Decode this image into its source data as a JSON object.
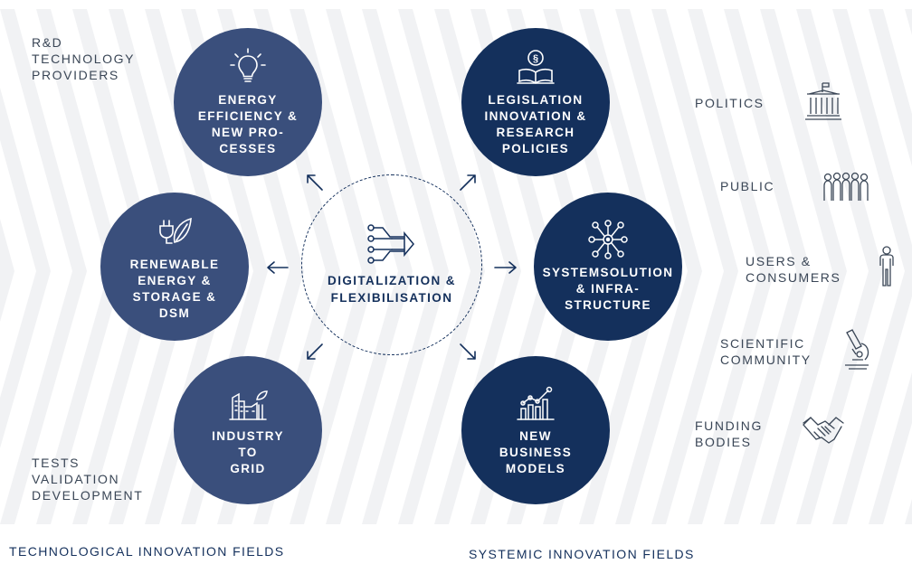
{
  "corner_labels": {
    "top_left": [
      "R&D",
      "TECHNOLOGY",
      "PROVIDERS"
    ],
    "bottom_left": [
      "TESTS",
      "VALIDATION",
      "DEVELOPMENT"
    ]
  },
  "center": {
    "lines": [
      "DIGITALIZATION &",
      "FLEXIBILISATION"
    ],
    "icon": "circuit-arrow-icon"
  },
  "technological_fields": [
    {
      "lines": [
        "ENERGY",
        "EFFICIENCY &",
        "NEW PRO-",
        "CESSES"
      ],
      "icon": "lightbulb-icon"
    },
    {
      "lines": [
        "RENEWABLE",
        "ENERGY &",
        "STORAGE &",
        "DSM"
      ],
      "icon": "plug-leaf-icon"
    },
    {
      "lines": [
        "INDUSTRY",
        "TO",
        "GRID"
      ],
      "icon": "factory-icon"
    }
  ],
  "systemic_fields": [
    {
      "lines": [
        "LEGISLATION",
        "INNOVATION &",
        "RESEARCH",
        "POLICIES"
      ],
      "icon": "law-book-icon"
    },
    {
      "lines": [
        "SYSTEMSOLUTION",
        "& INFRA-",
        "STRUCTURE"
      ],
      "icon": "network-icon"
    },
    {
      "lines": [
        "NEW",
        "BUSINESS",
        "MODELS"
      ],
      "icon": "growth-chart-icon"
    }
  ],
  "stakeholders": [
    {
      "lines": [
        "POLITICS"
      ],
      "icon": "parliament-icon"
    },
    {
      "lines": [
        "PUBLIC"
      ],
      "icon": "crowd-icon"
    },
    {
      "lines": [
        "USERS &",
        "CONSUMERS"
      ],
      "icon": "person-icon"
    },
    {
      "lines": [
        "SCIENTIFIC",
        "COMMUNITY"
      ],
      "icon": "microscope-icon"
    },
    {
      "lines": [
        "FUNDING",
        "BODIES"
      ],
      "icon": "handshake-icon"
    }
  ],
  "footer": {
    "left": "TECHNOLOGICAL INNOVATION FIELDS",
    "right": "SYSTEMIC INNOVATION FIELDS"
  },
  "colors": {
    "tech_circle": "#3a4f7c",
    "systemic_circle": "#14305c",
    "text": "#3a4656",
    "background_stripes": "#f1f2f4"
  }
}
